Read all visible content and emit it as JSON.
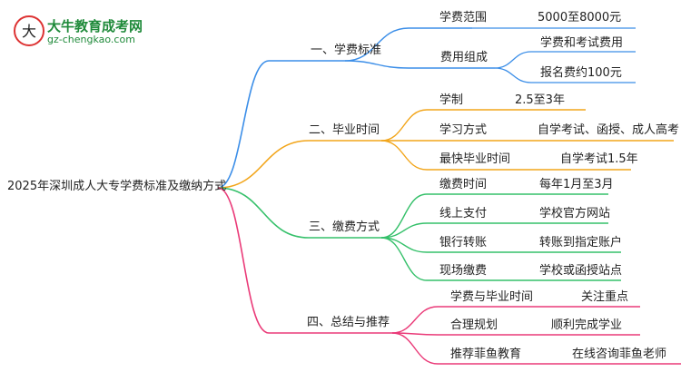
{
  "logo": {
    "title": "大牛教育成考网",
    "url": "gz-chengkao.com"
  },
  "root": "2025年深圳成人大专学费标准及缴纳方式",
  "colors": {
    "blue": "#3b8ee8",
    "orange": "#f2a51a",
    "green": "#35c06a",
    "pink": "#ea3a78"
  },
  "branches": [
    {
      "label": "一、学费标准",
      "children": [
        {
          "label": "学费范围",
          "children": [
            "5000至8000元"
          ]
        },
        {
          "label": "费用组成",
          "children": [
            "学费和考试费用",
            "报名费约100元"
          ]
        }
      ]
    },
    {
      "label": "二、毕业时间",
      "children": [
        {
          "label": "学制",
          "value": "2.5至3年"
        },
        {
          "label": "学习方式",
          "value": "自学考试、函授、成人高考"
        },
        {
          "label": "最快毕业时间",
          "value": "自学考试1.5年"
        }
      ]
    },
    {
      "label": "三、缴费方式",
      "children": [
        {
          "label": "缴费时间",
          "value": "每年1月至3月"
        },
        {
          "label": "线上支付",
          "value": "学校官方网站"
        },
        {
          "label": "银行转账",
          "value": "转账到指定账户"
        },
        {
          "label": "现场缴费",
          "value": "学校或函授站点"
        }
      ]
    },
    {
      "label": "四、总结与推荐",
      "children": [
        {
          "label": "学费与毕业时间",
          "value": "关注重点"
        },
        {
          "label": "合理规划",
          "value": "顺利完成学业"
        },
        {
          "label": "推荐菲鱼教育",
          "value": "在线咨询菲鱼老师"
        }
      ]
    }
  ]
}
